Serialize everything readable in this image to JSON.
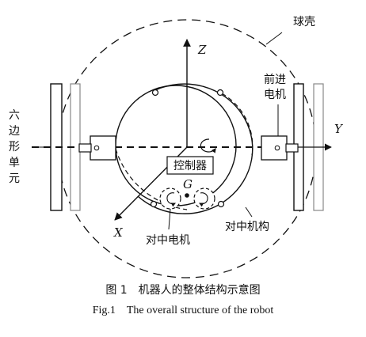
{
  "labels": {
    "shell": "球壳",
    "forward_motor": "前进\n电机",
    "hex_unit": "六边形单元",
    "controller": "控制器",
    "center_of_mass": "G",
    "centering_motor": "对中电机",
    "centering_mechanism": "对中机构"
  },
  "axes": {
    "z": "Z",
    "y": "Y",
    "x": "X"
  },
  "caption": {
    "zh": "图 1　机器人的整体结构示意图",
    "en": "Fig.1　The overall structure of the robot"
  },
  "colors": {
    "ink": "#111111",
    "ghost": "#9a9a9a",
    "background": "#ffffff"
  }
}
